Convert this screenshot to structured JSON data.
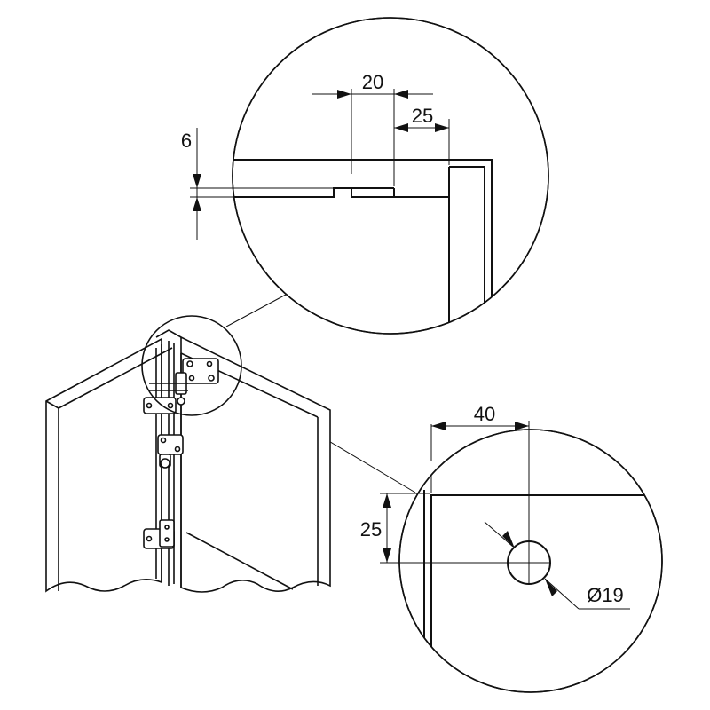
{
  "dimensions": {
    "detail_top": {
      "groove_width": "20",
      "edge_offset": "25",
      "groove_depth": "6"
    },
    "detail_bottom": {
      "hole_offset_x": "40",
      "hole_offset_y": "25",
      "hole_diameter": "Ø19"
    }
  }
}
